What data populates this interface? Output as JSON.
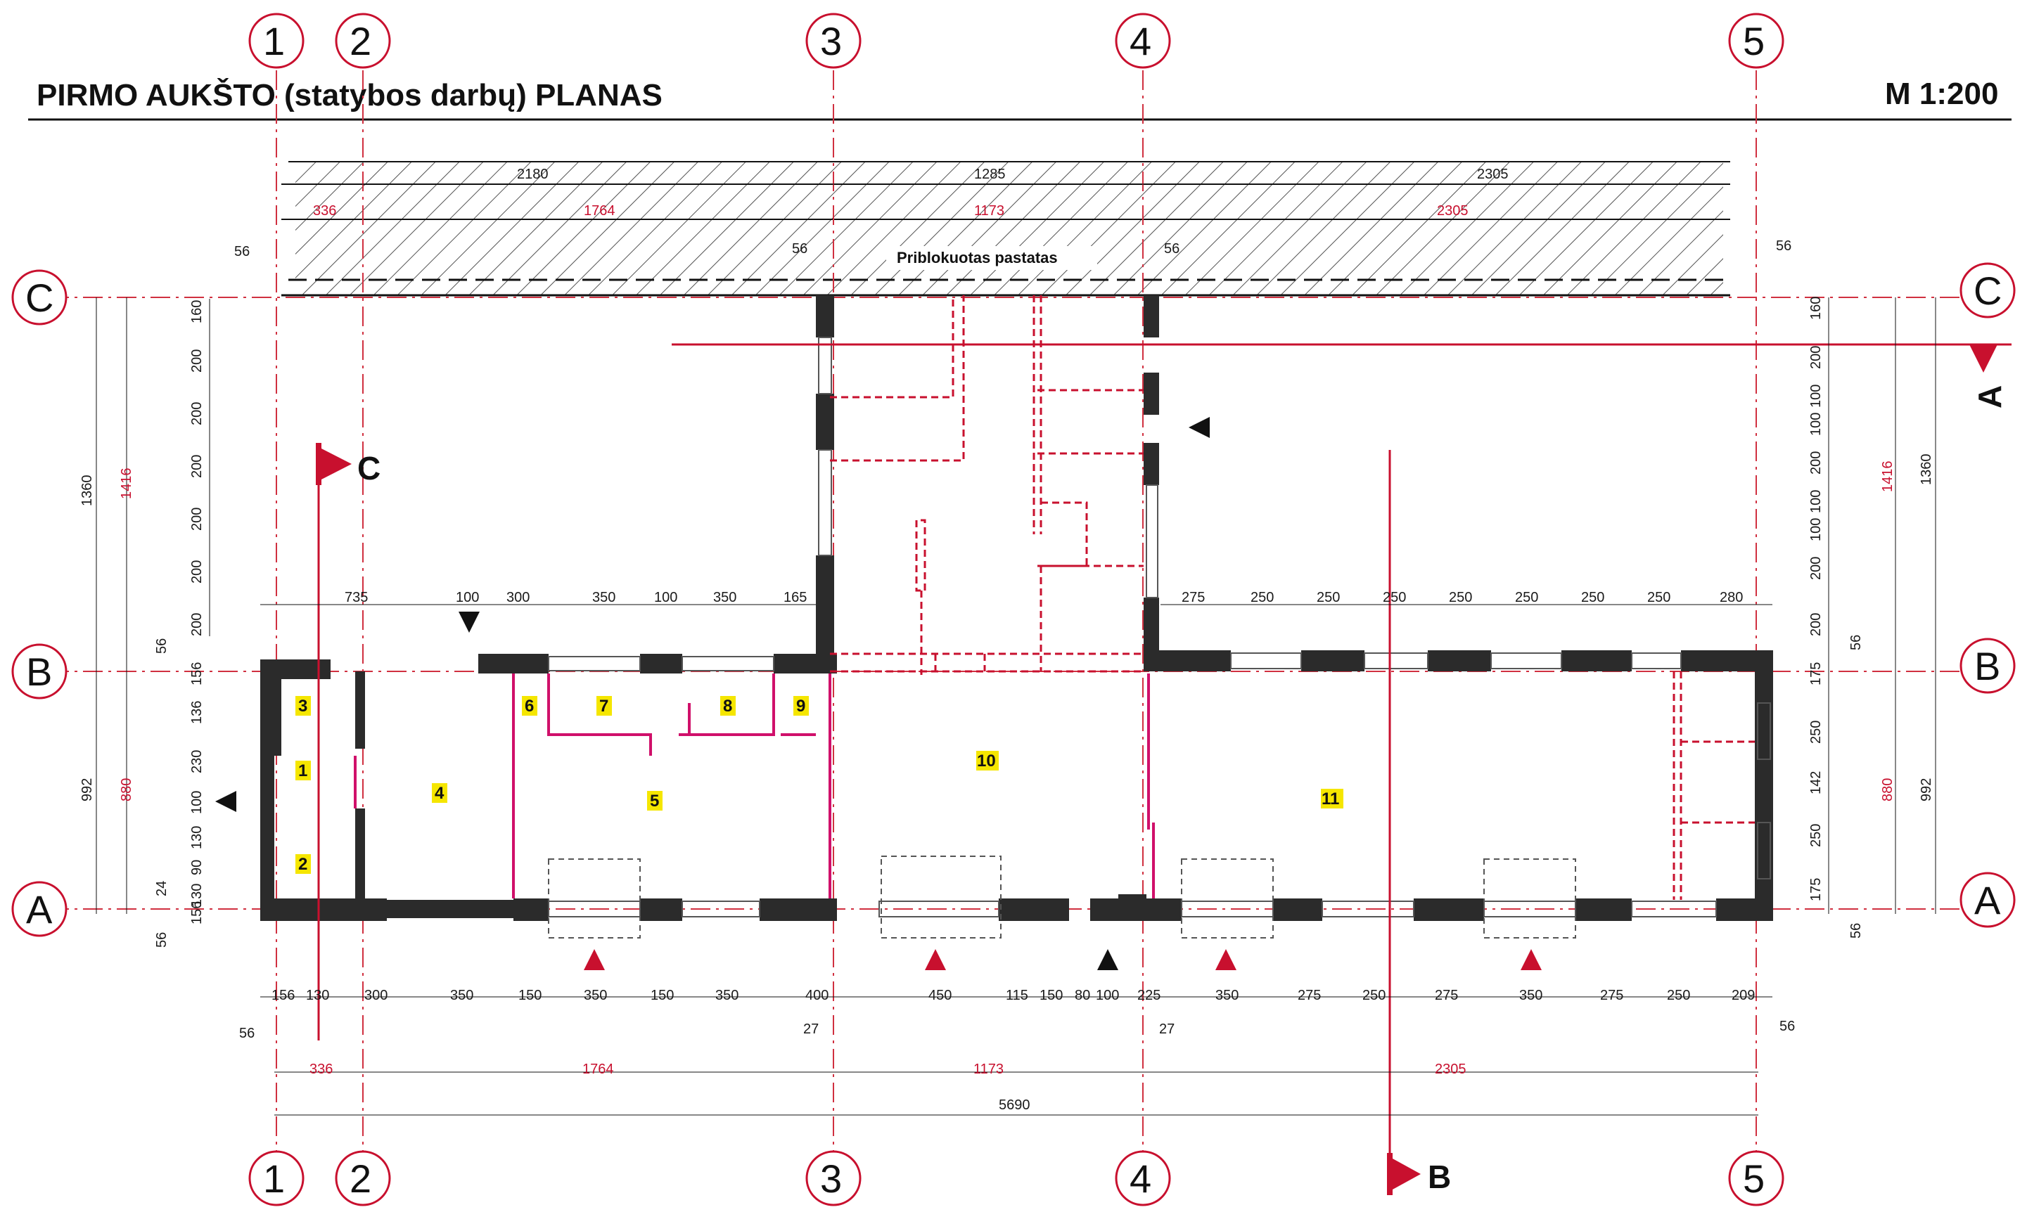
{
  "title": "PIRMO AUKŠTO (statybos darbų) PLANAS",
  "scale": "M 1:200",
  "adjacent_building": "Priblokuotas pastatas",
  "axes_vertical": [
    "1",
    "2",
    "3",
    "4",
    "5"
  ],
  "axes_horizontal": [
    "C",
    "B",
    "A"
  ],
  "sections": {
    "a": "A",
    "b": "B",
    "c": "C"
  },
  "rooms": [
    "1",
    "2",
    "3",
    "4",
    "5",
    "6",
    "7",
    "8",
    "9",
    "10",
    "11"
  ],
  "dims": {
    "top_black": [
      "2180",
      "1285",
      "2305"
    ],
    "top_red": [
      "336",
      "1764",
      "1173",
      "2305"
    ],
    "fifty_six": "56",
    "mid_left": [
      "735",
      "100",
      "300",
      "350",
      "100",
      "350",
      "165"
    ],
    "mid_right": [
      "275",
      "250",
      "250",
      "250",
      "250",
      "250",
      "250",
      "250",
      "280"
    ],
    "bottom_row": [
      "156",
      "130",
      "300",
      "350",
      "150",
      "350",
      "150",
      "350",
      "400",
      "450",
      "115",
      "150",
      "80",
      "100",
      "225",
      "350",
      "275",
      "250",
      "275",
      "350",
      "275",
      "250",
      "209"
    ],
    "bottom_27": "27",
    "bottom_red": [
      "336",
      "1764",
      "1173",
      "2305"
    ],
    "total": "5690",
    "left_upper": [
      "160",
      "200",
      "200",
      "200",
      "200",
      "200",
      "200"
    ],
    "left_lower": [
      "56",
      "156",
      "136",
      "230",
      "100",
      "130",
      "90",
      "130",
      "24",
      "156",
      "56"
    ],
    "left_outer": [
      "1360",
      "992"
    ],
    "left_red": [
      "1416",
      "880"
    ],
    "right_upper": [
      "160",
      "200",
      "100",
      "100",
      "200",
      "100",
      "100",
      "200",
      "200"
    ],
    "right_lower": [
      "56",
      "175",
      "250",
      "142",
      "250",
      "175",
      "56"
    ],
    "right_outer": [
      "1360",
      "992"
    ],
    "right_red": [
      "1416",
      "880"
    ]
  },
  "colors": {
    "red": "#c8102e",
    "magenta": "#d0106a",
    "wall": "#2b2b2b",
    "room_label_bg": "#f5e600"
  }
}
